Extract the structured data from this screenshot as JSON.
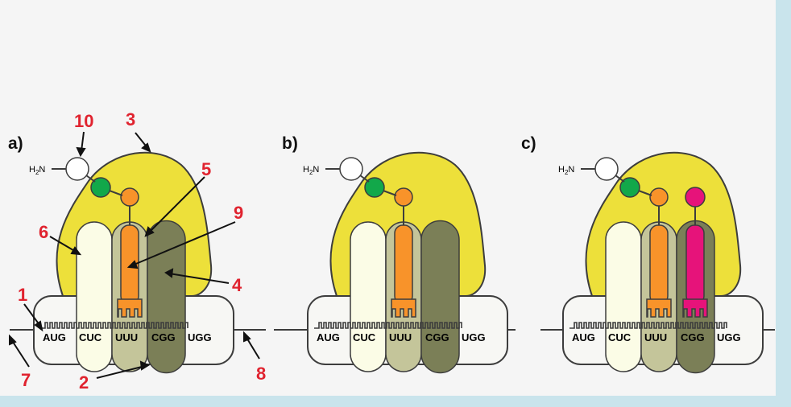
{
  "panels": [
    {
      "label": "a)",
      "codons": [
        "AUG",
        "CUC",
        "UUU",
        "CGG",
        "UGG"
      ],
      "n_terminus": "H",
      "n_terminus_sub": "2",
      "n_terminus_tail": "N"
    },
    {
      "label": "b)",
      "codons": [
        "AUG",
        "CUC",
        "UUU",
        "CGG",
        "UGG"
      ],
      "n_terminus": "H",
      "n_terminus_sub": "2",
      "n_terminus_tail": "N"
    },
    {
      "label": "c)",
      "codons": [
        "AUG",
        "CUC",
        "UUU",
        "CGG",
        "UGG"
      ],
      "n_terminus": "H",
      "n_terminus_sub": "2",
      "n_terminus_tail": "N"
    }
  ],
  "callouts": [
    "1",
    "2",
    "3",
    "4",
    "5",
    "6",
    "7",
    "8",
    "9",
    "10"
  ],
  "colors": {
    "background": "#c9e4ec",
    "canvas": "#f5f5f5",
    "large_subunit": "#ede03a",
    "site_e": "#fbfce6",
    "site_p": "#c4c59a",
    "site_a": "#7b7f57",
    "trna_orange": "#f8932a",
    "trna_pink": "#e6137a",
    "amino_green": "#12a84a",
    "callout_red": "#e0232f",
    "outline": "#3d3d3d"
  }
}
